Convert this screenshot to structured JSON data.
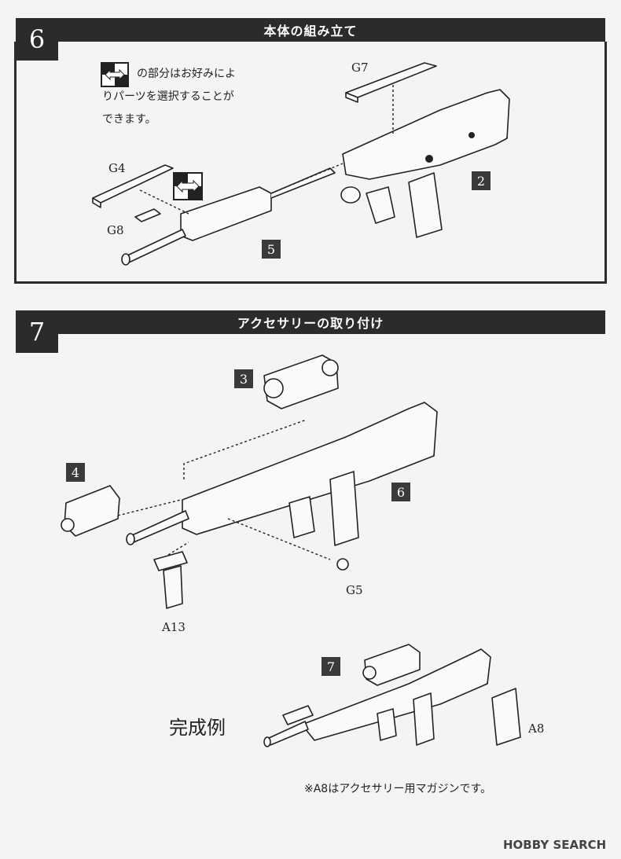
{
  "step6": {
    "number": "6",
    "title": "本体の組み立て",
    "note_lines": [
      "の部分はお好みによ",
      "りパーツを選択することが",
      "できます。"
    ],
    "parts": {
      "g7": "G7",
      "g4": "G4",
      "g8": "G8",
      "badge2": "2",
      "badge5": "5"
    }
  },
  "step7": {
    "number": "7",
    "title": "アクセサリーの取り付け",
    "parts": {
      "badge3": "3",
      "badge4": "4",
      "badge6": "6",
      "g5": "G5",
      "a13": "A13"
    }
  },
  "completion": {
    "badge": "7",
    "label": "完成例",
    "a8": "A8",
    "footnote": "※A8はアクセサリー用マガジンです。"
  },
  "watermark": {
    "brand": "HOBBY",
    "suffix": "SEARCH"
  },
  "colors": {
    "header_bg": "#2b2b2b",
    "paper": "#f4f4f2",
    "line": "#222222"
  }
}
